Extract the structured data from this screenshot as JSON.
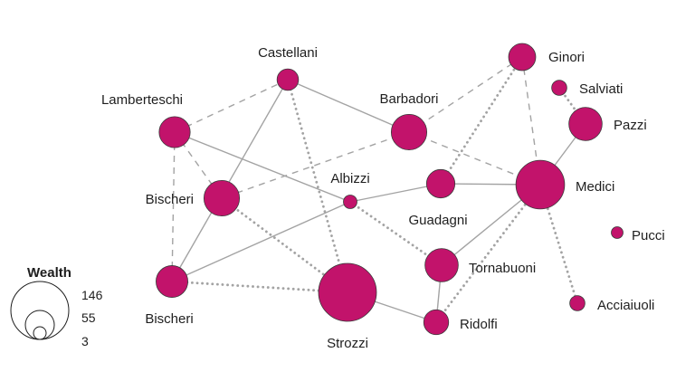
{
  "node_color": "#c2136b",
  "edge_color": "#a3a3a3",
  "nodes": [
    {
      "id": "castellani",
      "label": "Castellani",
      "wealth": 20
    },
    {
      "id": "ginori",
      "label": "Ginori",
      "wealth": 32
    },
    {
      "id": "salviati",
      "label": "Salviati",
      "wealth": 10
    },
    {
      "id": "lamberteschi",
      "label": "Lamberteschi",
      "wealth": 42
    },
    {
      "id": "barbadori",
      "label": "Barbadori",
      "wealth": 55
    },
    {
      "id": "pazzi",
      "label": "Pazzi",
      "wealth": 48
    },
    {
      "id": "albizzi",
      "label": "Albizzi",
      "wealth": 8
    },
    {
      "id": "bischeri_upper",
      "label": "Bischeri",
      "wealth": 55
    },
    {
      "id": "guadagni",
      "label": "Guadagni",
      "wealth": 35
    },
    {
      "id": "medici",
      "label": "Medici",
      "wealth": 103
    },
    {
      "id": "pucci",
      "label": "Pucci",
      "wealth": 6
    },
    {
      "id": "bischeri_lower",
      "label": "Bischeri",
      "wealth": 44
    },
    {
      "id": "tornabuoni",
      "label": "Tornabuoni",
      "wealth": 48
    },
    {
      "id": "strozzi",
      "label": "Strozzi",
      "wealth": 146
    },
    {
      "id": "acciaiuoli",
      "label": "Acciaiuoli",
      "wealth": 10
    },
    {
      "id": "ridolfi",
      "label": "Ridolfi",
      "wealth": 27
    }
  ],
  "edges": [
    {
      "source": "castellani",
      "target": "lamberteschi",
      "style": "dashed"
    },
    {
      "source": "castellani",
      "target": "barbadori",
      "style": "solid"
    },
    {
      "source": "castellani",
      "target": "bischeri_lower",
      "style": "solid"
    },
    {
      "source": "castellani",
      "target": "strozzi",
      "style": "dotted"
    },
    {
      "source": "lamberteschi",
      "target": "bischeri_upper",
      "style": "dashed"
    },
    {
      "source": "lamberteschi",
      "target": "bischeri_lower",
      "style": "dashed"
    },
    {
      "source": "lamberteschi",
      "target": "albizzi",
      "style": "solid"
    },
    {
      "source": "ginori",
      "target": "barbadori",
      "style": "dashed"
    },
    {
      "source": "ginori",
      "target": "medici",
      "style": "dashed"
    },
    {
      "source": "ginori",
      "target": "guadagni",
      "style": "dotted"
    },
    {
      "source": "salviati",
      "target": "pazzi",
      "style": "dotted"
    },
    {
      "source": "pazzi",
      "target": "medici",
      "style": "solid"
    },
    {
      "source": "barbadori",
      "target": "medici",
      "style": "dashed"
    },
    {
      "source": "barbadori",
      "target": "bischeri_upper",
      "style": "dashed"
    },
    {
      "source": "bischeri_upper",
      "target": "strozzi",
      "style": "dotted"
    },
    {
      "source": "albizzi",
      "target": "guadagni",
      "style": "solid"
    },
    {
      "source": "albizzi",
      "target": "bischeri_lower",
      "style": "solid"
    },
    {
      "source": "albizzi",
      "target": "tornabuoni",
      "style": "dotted"
    },
    {
      "source": "guadagni",
      "target": "medici",
      "style": "solid"
    },
    {
      "source": "medici",
      "target": "tornabuoni",
      "style": "solid"
    },
    {
      "source": "medici",
      "target": "ridolfi",
      "style": "dotted"
    },
    {
      "source": "medici",
      "target": "acciaiuoli",
      "style": "dotted"
    },
    {
      "source": "bischeri_lower",
      "target": "strozzi",
      "style": "dotted"
    },
    {
      "source": "strozzi",
      "target": "ridolfi",
      "style": "solid"
    },
    {
      "source": "tornabuoni",
      "target": "ridolfi",
      "style": "solid"
    }
  ],
  "legend": {
    "title": "Wealth",
    "values": [
      "146",
      "55",
      "3"
    ]
  }
}
